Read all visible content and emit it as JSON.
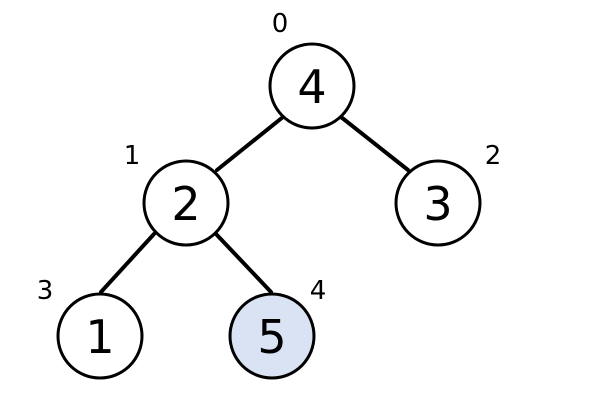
{
  "tree": {
    "highlight_color": "#dae3f3",
    "nodes": [
      {
        "index": "0",
        "value": "4",
        "highlighted": false
      },
      {
        "index": "1",
        "value": "2",
        "highlighted": false
      },
      {
        "index": "2",
        "value": "3",
        "highlighted": false
      },
      {
        "index": "3",
        "value": "1",
        "highlighted": false
      },
      {
        "index": "4",
        "value": "5",
        "highlighted": true
      }
    ],
    "edges": [
      {
        "from": "0",
        "to": "1"
      },
      {
        "from": "0",
        "to": "2"
      },
      {
        "from": "1",
        "to": "3"
      },
      {
        "from": "1",
        "to": "4"
      }
    ]
  }
}
